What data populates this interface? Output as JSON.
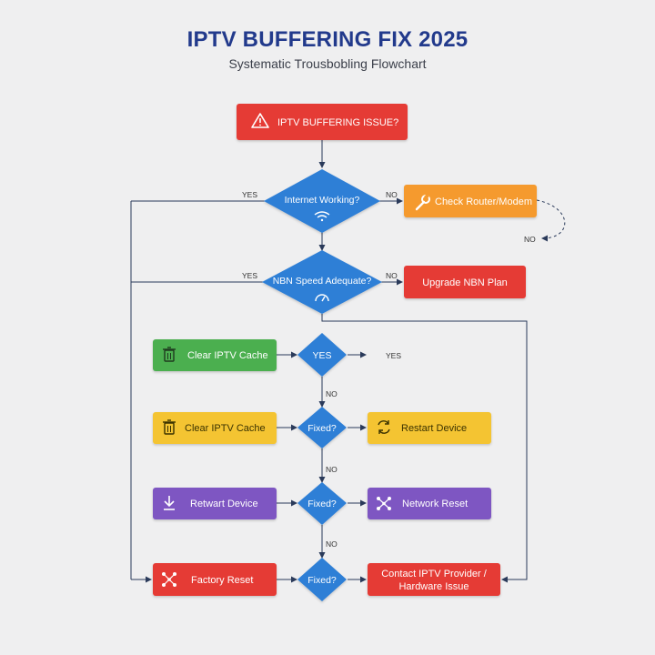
{
  "header": {
    "title": "IPTV BUFFERING FIX 2025",
    "subtitle": "Systematic Trousbobling Flowchart"
  },
  "colors": {
    "red": "#e53a35",
    "orange": "#f59a2e",
    "green": "#4caf50",
    "yellow": "#f4c430",
    "purple": "#7e57c2",
    "blue_diamond": "#2f7fd6",
    "title": "#223a8c"
  },
  "nodes": {
    "start": {
      "label": "IPTV BUFFERING ISSUE?",
      "icon": "warning-icon"
    },
    "internet": {
      "label": "Internet Working?",
      "icon": "wifi-icon"
    },
    "router": {
      "label": "Check Router/Modem",
      "icon": "wrench-icon"
    },
    "nbn": {
      "label": "NBN Speed Adequate?",
      "icon": "speedometer-icon"
    },
    "upgrade": {
      "label": "Upgrade NBN Plan"
    },
    "cache1": {
      "label": "Clear IPTV Cache",
      "icon": "trash-icon"
    },
    "yes_dec": {
      "label": "YES"
    },
    "cache2": {
      "label": "Clear IPTV Cache",
      "icon": "trash-icon"
    },
    "fixed1": {
      "label": "Fixed?"
    },
    "restart": {
      "label": "Restart Device",
      "icon": "refresh-icon"
    },
    "rewart": {
      "label": "Retwart Device",
      "icon": "download-icon"
    },
    "fixed2": {
      "label": "Fixed?"
    },
    "netreset": {
      "label": "Network Reset",
      "icon": "network-icon"
    },
    "factory": {
      "label": "Factory Reset",
      "icon": "network-icon"
    },
    "fixed3": {
      "label": "Fixed?"
    },
    "contact": {
      "label_line1": "Contact IPTV Provider /",
      "label_line2": "Hardware Issue"
    }
  },
  "edge_labels": {
    "internet_yes": "YES",
    "internet_no": "NO",
    "router_loop_no": "NO",
    "nbn_yes": "YES",
    "nbn_no": "NO",
    "yes_right": "YES",
    "no1": "NO",
    "no2": "NO",
    "no3": "NO"
  }
}
